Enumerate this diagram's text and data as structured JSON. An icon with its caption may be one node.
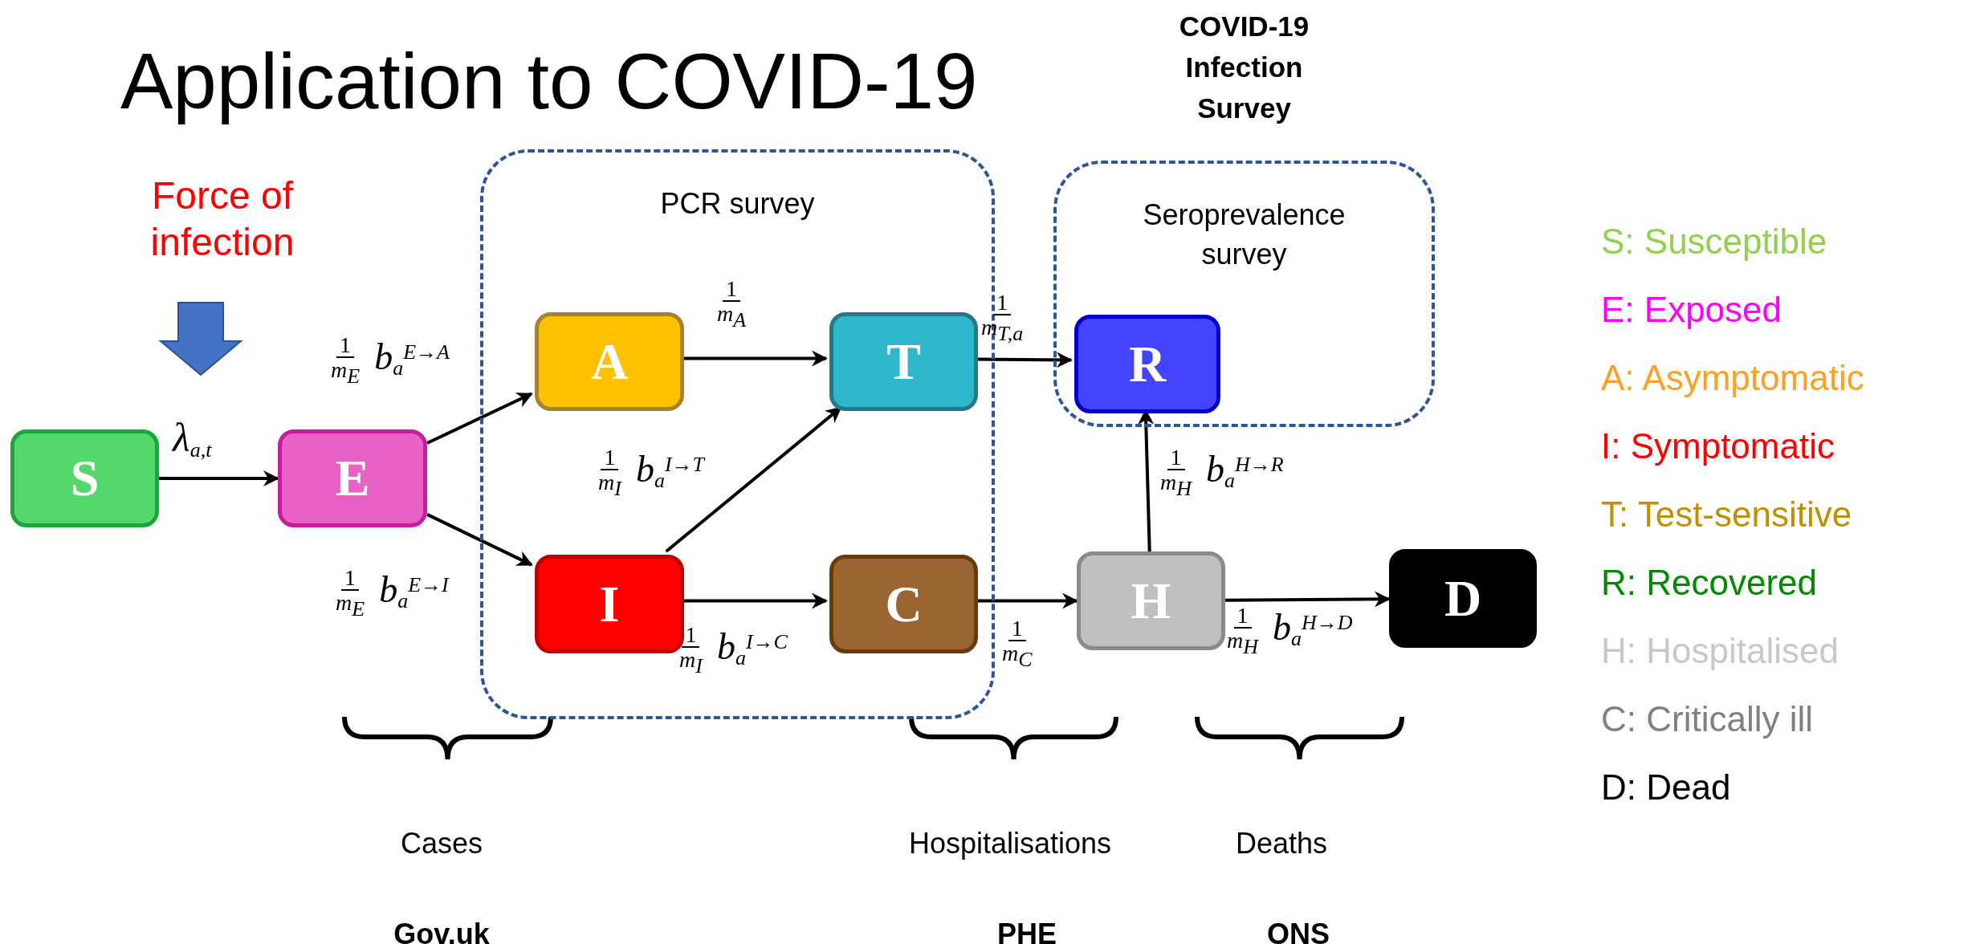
{
  "diagram": {
    "title": "Application to COVID-19",
    "nodes": [
      {
        "text": [
          "PCR survey"
        ]
      },
      {
        "text": [
          "Seroprevalence survey"
        ],
        "beside": [
          "COVID-19 Infection Survey"
        ]
      },
      {
        "text": [
          "S"
        ]
      },
      {
        "text": [
          "E"
        ]
      },
      {
        "text": [
          "A"
        ],
        "in": 0
      },
      {
        "text": [
          "T"
        ],
        "in": 0
      },
      {
        "text": [
          "R"
        ],
        "in": 1
      },
      {
        "text": [
          "I"
        ],
        "in": 0
      },
      {
        "text": [
          "C"
        ],
        "in": 0
      },
      {
        "text": [
          "H"
        ]
      },
      {
        "text": [
          "D"
        ]
      }
    ],
    "edges": [
      {
        "from": 2,
        "to": 3,
        "arrow": "to",
        "label": "λ$_{a,t}$"
      },
      {
        "from": 3,
        "to": 4,
        "arrow": "to",
        "label": "1 m$_{E}$ b$_{a}$$^{E→A}$"
      },
      {
        "from": 3,
        "to": 7,
        "arrow": "to",
        "label": "1 m$_{E}$ b$_{a}$$^{E→I}$"
      },
      {
        "from": 4,
        "to": 5,
        "arrow": "to",
        "label": "1 m$_{A}$"
      },
      {
        "from": 7,
        "to": 5,
        "arrow": "to",
        "label": "1 m$_{I}$ b$_{a}$$^{I→T}$"
      },
      {
        "from": 7,
        "to": 8,
        "arrow": "to",
        "label": "1 m$_{I}$ b$_{a}$$^{I→C}$"
      },
      {
        "from": 5,
        "to": 6,
        "arrow": "to",
        "label": "1 m$_{T,a}$"
      },
      {
        "from": 8,
        "to": 9,
        "arrow": "to",
        "label": "1 m$_{C}$"
      },
      {
        "from": 9,
        "to": 6,
        "arrow": "to",
        "label": "1 m$_{H}$ b$_{a}$$^{H→R}$"
      },
      {
        "from": 9,
        "to": 10,
        "arrow": "to",
        "label": "1 m$_{H}$ b$_{a}$$^{H→D}$"
      }
    ],
    "labels": [
      "Force of infection",
      "Cases",
      "Hospitalisations",
      "Deaths",
      "Gov.uk",
      "PHE",
      "ONS"
    ],
    "legend": [
      {
        "text": "S: Susceptible",
        "color": "#92d050"
      },
      {
        "text": "E: Exposed",
        "color": "#ff00ff"
      },
      {
        "text": "A: Asymptomatic",
        "color": "#ffa024"
      },
      {
        "text": "I: Symptomatic",
        "color": "#ff0000"
      },
      {
        "text": "T: Test-sensitive",
        "color": "#bf9000"
      },
      {
        "text": "R: Recovered",
        "color": "#008a00"
      },
      {
        "text": "H: Hospitalised",
        "color": "#c8c8c8"
      },
      {
        "text": "C: Critically ill",
        "color": "#808080"
      },
      {
        "text": "D: Dead",
        "color": "#000000"
      }
    ]
  }
}
